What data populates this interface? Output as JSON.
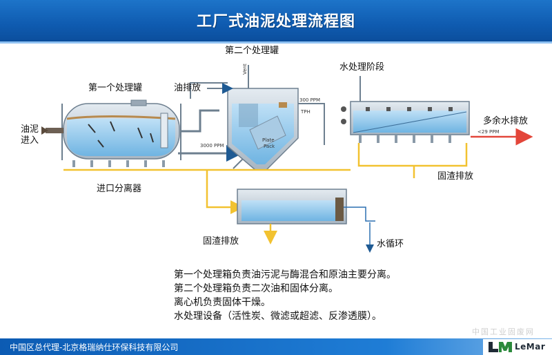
{
  "header": {
    "title": "工厂式油泥处理流程图"
  },
  "labels": {
    "tank2": "第二个处理罐",
    "water_stage": "水处理阶段",
    "tank1": "第一个处理罐",
    "oil_discharge": "油排放",
    "sludge_in_line1": "油泥",
    "sludge_in_line2": "进入",
    "excess_water": "多余水排放",
    "solid_discharge_right": "固渣排放",
    "inlet_splitter": "进口分离器",
    "solid_discharge_bottom": "固渣排放",
    "water_cycle": "水循环"
  },
  "small_labels": {
    "vent": "Vent",
    "ppm300": "300 PPM",
    "tph": "TPH",
    "ppm3000": "3000 PPM",
    "ppm29": "<29 PPM",
    "plate_pack_1": "Plate",
    "plate_pack_2": "Pack"
  },
  "description": [
    "第一个处理箱负责油污泥与酶混合和原油主要分离。",
    "第二个处理箱负责二次油和固体分离。",
    "离心机负责固体干燥。",
    "水处理设备（活性炭、微滤或超滤、反渗透膜）。"
  ],
  "footer": {
    "text": "中国区总代理-北京格瑞纳仕环保科技有限公司"
  },
  "logo": {
    "text": "LeMar"
  },
  "watermark": "中国工业固废网",
  "colors": {
    "header_blue": "#1167bd",
    "water_blue": "#8fc6ec",
    "tank_steel": "#c9d3dc",
    "pipe_yellow": "#f2c230",
    "arrow_red": "#e3463a"
  }
}
